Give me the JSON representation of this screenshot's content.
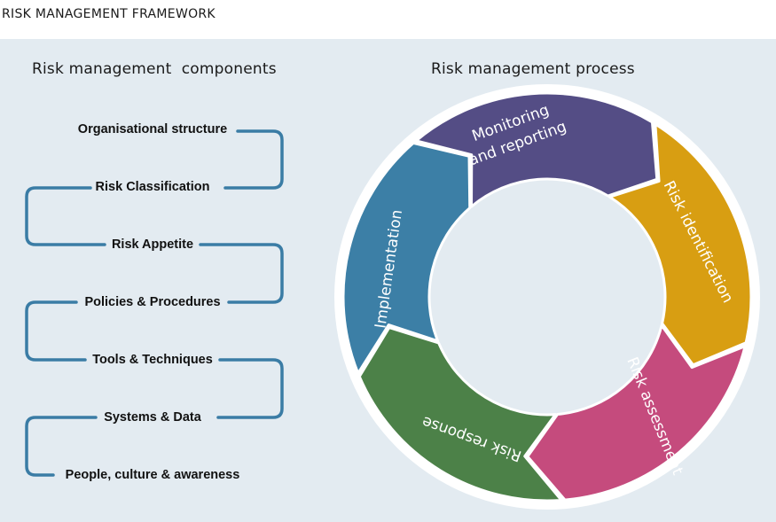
{
  "header": {
    "title": "RISK MANAGEMENT FRAMEWORK"
  },
  "components": {
    "title": "Risk management  components",
    "items": [
      "Organisational structure",
      "Risk Classification",
      "Risk Appetite",
      "Policies & Procedures",
      "Tools & Techniques",
      "Systems & Data",
      "People, culture & awareness"
    ]
  },
  "process": {
    "title": "Risk management process",
    "steps": [
      {
        "label": "Risk identification",
        "color": "#d89e12"
      },
      {
        "label": "Risk assessment",
        "color": "#c54b7d"
      },
      {
        "label": "Risk response",
        "color": "#4c8148"
      },
      {
        "label": "Implementation",
        "color": "#3c7fa6"
      },
      {
        "label_line1": "Monitoring",
        "label_line2": "and reporting",
        "color": "#544d85"
      }
    ]
  },
  "colors": {
    "connector": "#3a7ca5",
    "ring_outline": "#ffffff",
    "panel": "#e3ebf1"
  }
}
